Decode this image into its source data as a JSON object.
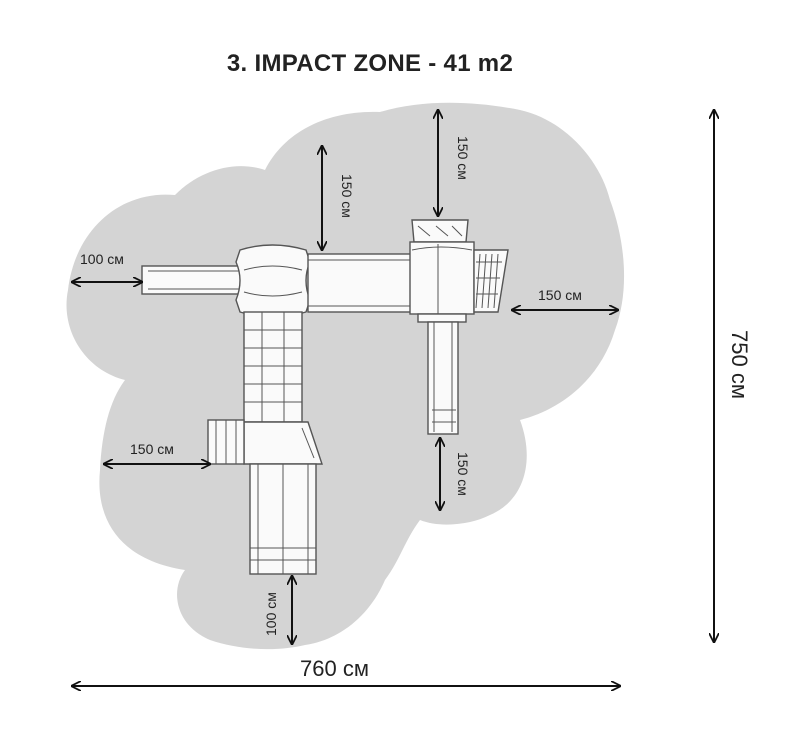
{
  "title": "3. IMPACT ZONE - 41 m2",
  "dimensions": {
    "total_width": "760 см",
    "total_height": "750 см",
    "left_slide_clearance": "100 см",
    "top_left_clearance": "150 см",
    "top_right_clearance": "150 см",
    "right_clearance": "150 см",
    "lower_left_clearance": "150 см",
    "lower_right_clearance": "150 см",
    "bottom_clearance": "100 см"
  },
  "colors": {
    "impact_zone": "#d4d4d4",
    "equipment": "#fafafa",
    "line": "#111111"
  }
}
